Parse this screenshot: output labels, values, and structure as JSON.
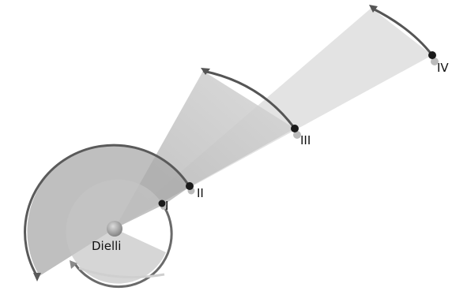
{
  "diagram": {
    "sun_label": "Dielli",
    "points": [
      {
        "label": "I"
      },
      {
        "label": "II"
      },
      {
        "label": "III"
      },
      {
        "label": "IV"
      }
    ]
  },
  "colors": {
    "background": "#ffffff",
    "sector_fill": "#c8c8c8",
    "arc_stroke": "#5a5a5a",
    "point_fill": "#1a1a1a",
    "sun_fill": "#9a9a9a"
  }
}
